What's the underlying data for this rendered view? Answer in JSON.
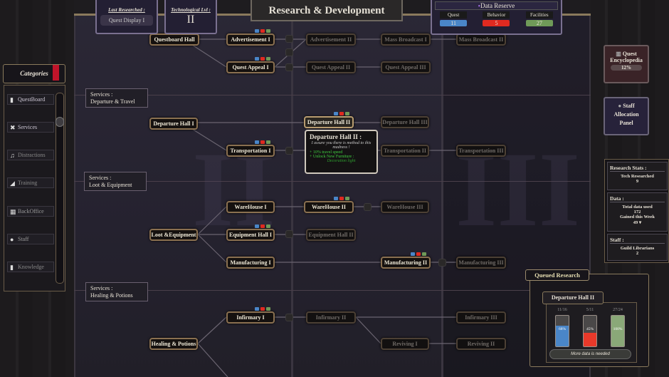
{
  "header": {
    "title": "Research & Development",
    "last_researched_label": "Last Researched :",
    "last_researched_value": "Quest Display I",
    "tech_level_label": "Technological Lvl :",
    "tech_level_value": "II"
  },
  "data_reserve": {
    "title": "Data Reserve",
    "items": [
      {
        "label": "Quest",
        "value": "11",
        "color": "#4a86c8"
      },
      {
        "label": "Behavior",
        "value": "5",
        "color": "#e02a20"
      },
      {
        "label": "Facilities",
        "value": "27",
        "color": "#6f9a58"
      }
    ]
  },
  "watermark": [
    "II",
    "III"
  ],
  "categories": {
    "title": "Categories",
    "items": [
      {
        "label": "QuestBoard",
        "icon": "book-icon"
      },
      {
        "label": "Services",
        "icon": "tools-icon"
      },
      {
        "label": "Distractions",
        "icon": "music-icon"
      },
      {
        "label": "Training",
        "icon": "muscle-icon"
      },
      {
        "label": "BackOffice",
        "icon": "calculator-icon"
      },
      {
        "label": "Staff",
        "icon": "person-icon"
      },
      {
        "label": "Knowledge",
        "icon": "book-icon"
      }
    ]
  },
  "sections": [
    {
      "line1": "Services :",
      "line2": "Departure & Travel"
    },
    {
      "line1": "Services :",
      "line2": "Loot & Equipment"
    },
    {
      "line1": "Services :",
      "line2": "Healing & Potions"
    }
  ],
  "nodes": [
    "Questboard Hall",
    "Advertisement I",
    "Advertisement II",
    "Mass Broadcast I",
    "Mass Broadcast II",
    "Quest Appeal I",
    "Quest Appeal II",
    "Quest Appeal III",
    "Departure Hall I",
    "Departure Hall II",
    "Departure Hall III",
    "Transportation I",
    "Transportation II",
    "Transportation III",
    "WareHouse I",
    "WareHouse II",
    "WareHouse III",
    "Loot &Equipment",
    "Equipment Hall I",
    "Equipment Hall II",
    "Manufacturing I",
    "Manufacturing II",
    "Manufacturing III",
    "Infirmary I",
    "Infirmary II",
    "Infirmary III",
    "Healing & Potions",
    "Reviving I",
    "Reviving II"
  ],
  "tooltip": {
    "title": "Departure Hall II :",
    "quote": "I assure you there is method to this madness !",
    "bullets": [
      "+ 10% travel speed",
      "+ Unlock New Furniture :"
    ],
    "furniture": "Decoration light"
  },
  "side_buttons": {
    "encyclopedia": {
      "label1": "Quest",
      "label2": "Encyclopedia",
      "progress": "12%"
    },
    "staff": {
      "line1": "Staff",
      "line2": "Allocation",
      "line3": "Panel"
    }
  },
  "stats": {
    "research": {
      "title": "Research Stats :",
      "label": "Tech Researched",
      "value": "9"
    },
    "data": {
      "title": "Data :",
      "total_label": "Total data used",
      "total_value": "172",
      "gained_label": "Gained  this Week",
      "gained_value": "49 ▾"
    },
    "staff": {
      "title": "Staff :",
      "label": "Guild Librarians",
      "value": "2"
    }
  },
  "queued": {
    "title": "Queued Research",
    "item": "Departure Hall II",
    "bars": [
      {
        "label": "11/16",
        "pct": "68%",
        "fraction": 0.68,
        "color": "#4a86c8"
      },
      {
        "label": "5/11",
        "pct": "45%",
        "fraction": 0.45,
        "color": "#e8392a"
      },
      {
        "label": "27/24",
        "pct": "100%",
        "fraction": 1.0,
        "color": "#8aa878"
      }
    ],
    "status": "More data is needed"
  }
}
